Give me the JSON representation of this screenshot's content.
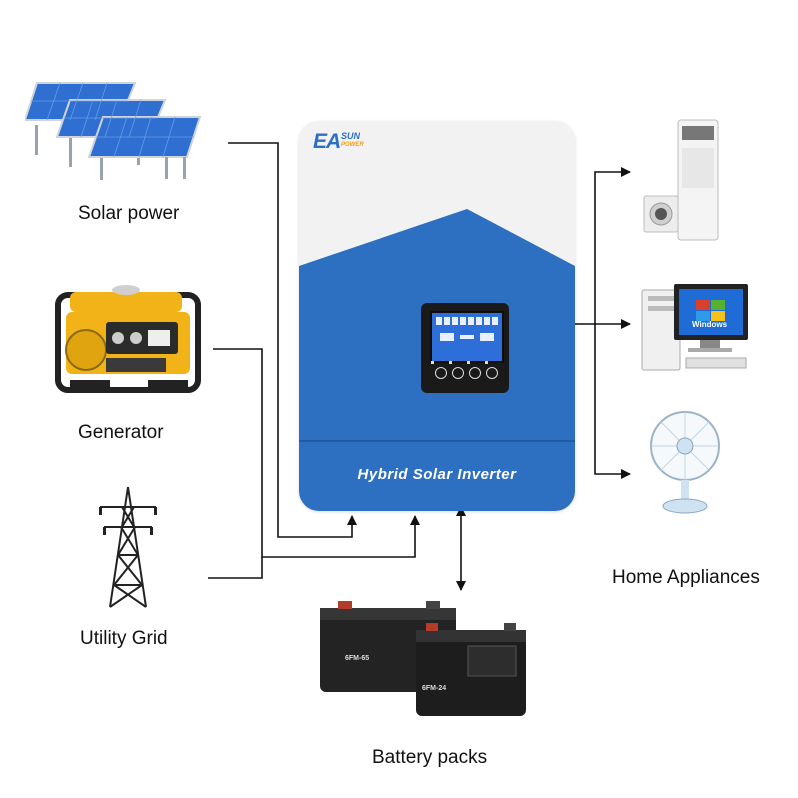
{
  "sources": {
    "solar_label": "Solar power",
    "generator_label": "Generator",
    "grid_label": "Utility Grid"
  },
  "inverter": {
    "brand_main": "EA",
    "brand_sun": "SUN",
    "brand_sub": "POWER",
    "product_name": "Hybrid Solar Inverter"
  },
  "outputs": {
    "label": "Home Appliances",
    "monitor_text": "Windows"
  },
  "battery": {
    "label": "Battery packs",
    "model_a": "6FM-65",
    "model_b": "6FM-24"
  },
  "colors": {
    "inverter_blue": "#2d6fc1",
    "inverter_top": "#f2f2f2",
    "wire": "#111111",
    "generator_yellow": "#f2b318",
    "solar_blue": "#2f6fd1"
  }
}
